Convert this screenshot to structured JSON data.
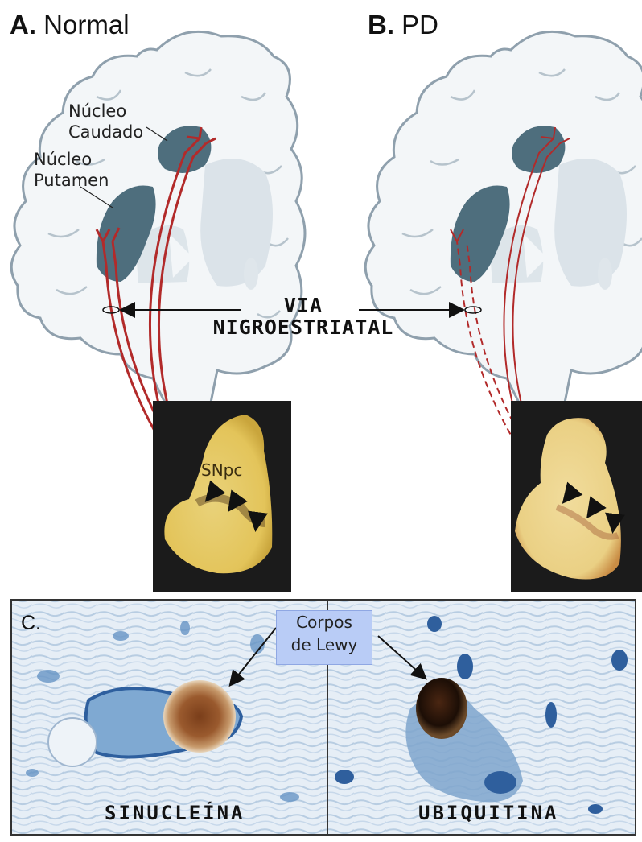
{
  "panels": {
    "a": {
      "letter": "A.",
      "title": "Normal"
    },
    "b": {
      "letter": "B.",
      "title": "PD"
    },
    "c": {
      "letter": "C."
    }
  },
  "labels": {
    "caudate": [
      "Núcleo",
      "Caudado"
    ],
    "putamen": [
      "Núcleo",
      "Putamen"
    ],
    "pathway": [
      "VIA",
      "NIGROESTRIATAL"
    ],
    "snpc": "SNpc",
    "lewy_bodies": [
      "Corpos",
      "de Lewy"
    ],
    "stain_left": "SINUCLEÍNA",
    "stain_right": "UBIQUITINA"
  },
  "colors": {
    "brain_fill": "#f3f6f8",
    "brain_outline": "#8fa0ad",
    "nucleus": "#4e6e7d",
    "deep_structure": "#dbe3e9",
    "pathway": "#b22a2a",
    "photo_bg": "#1b1b1b",
    "tissue_normal": "#e8cf70",
    "tissue_pd": "#ecd08a",
    "stain_blue": "#7fa9d2",
    "lewy_brown": "#8a4a22"
  }
}
